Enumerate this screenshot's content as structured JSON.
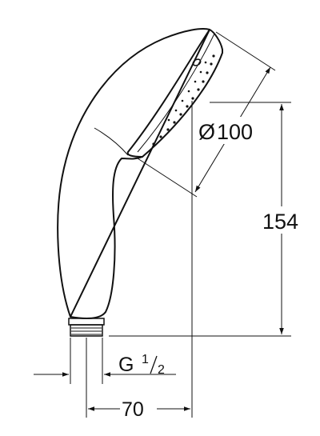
{
  "drawing": {
    "dimensions": {
      "diameter_symbol": "Ø",
      "diameter_value": "100",
      "height_value": "154",
      "width_value": "70",
      "thread_prefix": "G",
      "thread_num": "1",
      "thread_den": "2"
    }
  }
}
